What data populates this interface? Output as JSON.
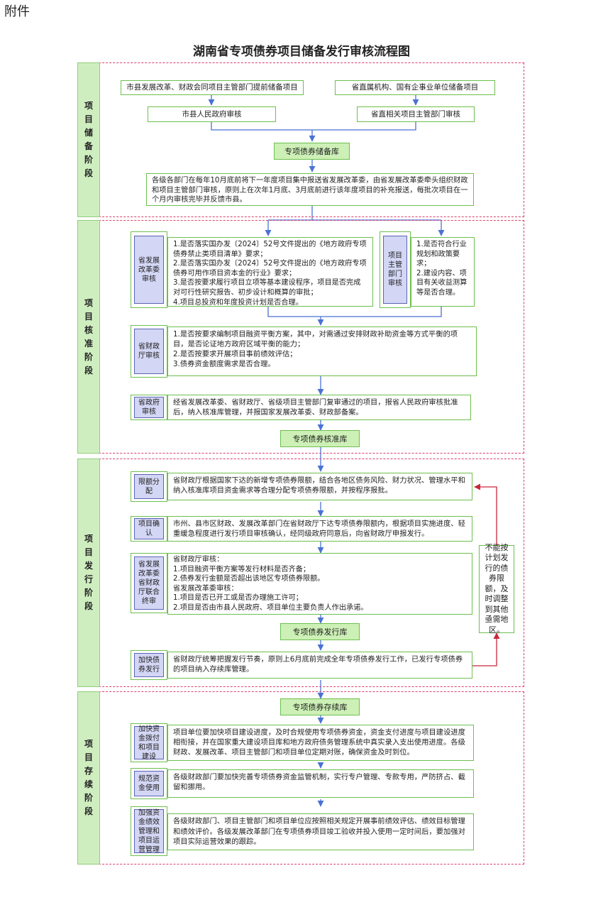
{
  "attachment": "附件",
  "title": "湖南省专项债券项目储备发行审核流程图",
  "stages": {
    "reserve": "项目储备阶段",
    "approve": "项目核准阶段",
    "issue": "项目发行阶段",
    "continue": "项目存续阶段"
  },
  "reserve": {
    "county_proposal": "市县发展改革、财政会同项目主管部门提前储备项目",
    "county_review": "市县人民政府审核",
    "provincial_proposal": "省直属机构、国有企事业单位储备项目",
    "provincial_review": "省直相关项目主管部门审核",
    "library": "专项债券储备库",
    "note": "各级各部门在每年10月底前将下一年度项目集中报送省发展改革委，由省发展改革委牵头组织财政和项目主管部门审核，原则上在次年1月底、3月底前进行该年度项目的补充报送，每批次项目在一个月内审核完毕并反馈市县。"
  },
  "approve": {
    "ndrc_label": "省发展改革委审核",
    "ndrc_text": "1.是否落实国办发〔2024〕52号文件提出的《地方政府专项债券禁止类项目清单》要求；\n2.是否落实国办发〔2024〕52号文件提出的《地方政府专项债券可用作项目资本金的行业》要求；\n3.是否按要求履行项目立项等基本建设程序，项目是否完成对可行性研究报告、初步设计和概算的审批；\n4.项目总投资和年度投资计划是否合理。",
    "dept_label": "项目主管部门审核",
    "dept_text": "1.是否符合行业规划和政策要求；\n2.建设内容、项目有关收益测算等是否合理。",
    "finance_label": "省财政厅审核",
    "finance_text": "1.是否按要求编制项目融资平衡方案，其中，对需通过安排财政补助资金等方式平衡的项目，是否论证地方政府区域平衡的能力；\n2.是否按要求开展项目事前绩效评估；\n3.债券资金额度需求是否合理。",
    "gov_label": "省政府审核",
    "gov_text": "经省发展改革委、省财政厅、省级项目主管部门复审通过的项目，报省人民政府审核批准后，纳入核准库管理，并报国家发展改革委、财政部备案。",
    "library": "专项债券核准库"
  },
  "issue": {
    "alloc_label": "限额分配",
    "alloc_text": "省财政厅根据国家下达的新增专项债券限额，结合各地区债务风险、财力状况、管理水平和纳入核准库项目资金需求等合理分配专项债券限额，并按程序报批。",
    "confirm_label": "项目确认",
    "confirm_text": "市州、县市区财政、发展改革部门在省财政厅下达专项债券限额内，根据项目实施进度、轻重缓急程度进行发行项目审核确认，经同级政府同意后，向省财政厅申报发行。",
    "joint_label": "省发展改革委省财政厅联合终审",
    "joint_text": "省财政厅审核：\n1.项目融资平衡方案等发行材料是否齐备；\n2.债券发行金额是否超出该地区专项债券限额。\n省发展改革委审核：\n1.项目是否已开工或是否办理施工许可；\n2.项目是否由市县人民政府、项目单位主要负责人作出承诺。",
    "library": "专项债券发行库",
    "speed_label": "加快债券发行",
    "speed_text": "省财政厅统筹把握发行节奏，原则上6月底前完成全年专项债券发行工作，已发行专项债券的项目纳入存续库管理。",
    "feedback": "不能按计划发行的债券限额，及时调整到其他亟需地区。"
  },
  "continue": {
    "library": "专项债券存续库",
    "fund_label": "加快资金拨付和项目建设",
    "fund_text": "项目单位要加快项目建设进度，及时合规使用专项债券资金，资金支付进度与项目建设进度相衔接，并在国家重大建设项目库和地方政府债务管理系统中真实录入支出使用进度。各级财政、发展改革、项目主管部门和项目单位定期对账，确保资金及时到位。",
    "use_label": "规范资金使用",
    "use_text": "各级财政部门要加快完善专项债券资金监管机制，实行专户管理、专款专用，严防挤占、截留和挪用。",
    "perf_label": "加强资金绩效管理和项目运营管理",
    "perf_text": "各级财政部门、项目主管部门和项目单位应按照相关规定开展事前绩效评估、绩效目标管理和绩效评价。各级发展改革部门在专项债券项目竣工验收并投入使用一定时间后，要加强对项目实际运营效果的跟踪。"
  },
  "colors": {
    "stage_border": "#d9416b",
    "box_border": "#6dbf4f",
    "library_fill": "#cdf0b6",
    "label_fill": "#d3d6f4",
    "arrow": "#4a72d6",
    "feedback_arrow": "#c8283c"
  }
}
